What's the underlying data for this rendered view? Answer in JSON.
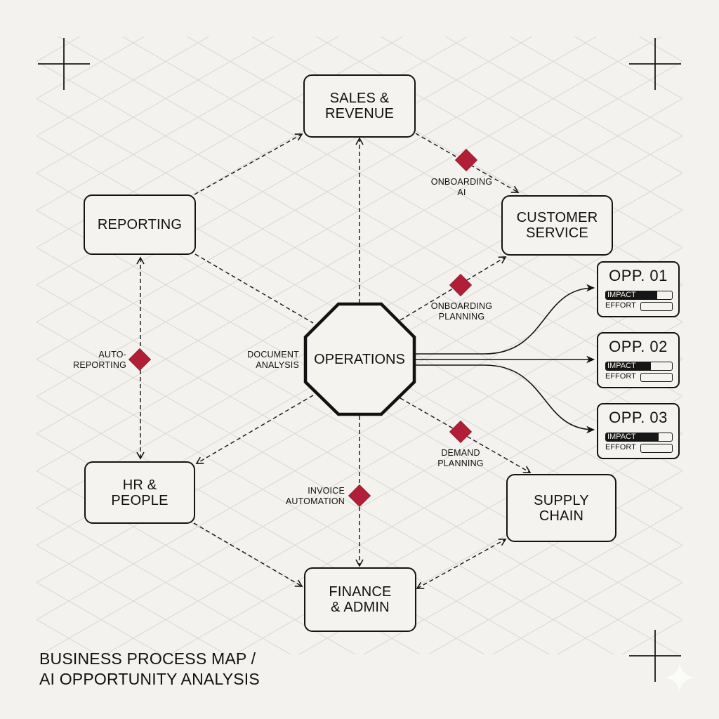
{
  "diagram": {
    "title_line1": "BUSINESS PROCESS MAP /",
    "title_line2": "AI OPPORTUNITY ANALYSIS",
    "colors": {
      "background": "#f3f2ee",
      "grid": "#d9d8d3",
      "stroke": "#141414",
      "accent": "#b01f35"
    },
    "hub": {
      "id": "operations",
      "label": "OPERATIONS",
      "shape": "octagon"
    },
    "nodes": [
      {
        "id": "sales",
        "label": "SALES &\nREVENUE"
      },
      {
        "id": "reporting",
        "label": "REPORTING"
      },
      {
        "id": "customer",
        "label": "CUSTOMER\nSERVICE"
      },
      {
        "id": "hr",
        "label": "HR &\nPEOPLE"
      },
      {
        "id": "supply",
        "label": "SUPPLY\nCHAIN"
      },
      {
        "id": "finance",
        "label": "FINANCE\n& ADMIN"
      }
    ],
    "ai_opportunities": [
      {
        "label": "ONBOARDING\nAI",
        "between": [
          "sales",
          "customer"
        ]
      },
      {
        "label": "ONBOARDING\nPLANNING",
        "between": [
          "operations",
          "customer"
        ]
      },
      {
        "label": "AUTO-\nREPORTING",
        "between": [
          "reporting",
          "hr"
        ]
      },
      {
        "label": "DOCUMENT\nANALYSIS",
        "between": [
          "reporting",
          "operations"
        ]
      },
      {
        "label": "INVOICE\nAUTOMATION",
        "between": [
          "operations",
          "finance"
        ]
      },
      {
        "label": "DEMAND\nPLANNING",
        "between": [
          "operations",
          "supply"
        ]
      }
    ],
    "opportunity_cards": [
      {
        "title": "OPP. 01",
        "impact_label": "IMPACT",
        "impact_pct": 78,
        "effort_label": "EFFORT",
        "effort_pct": 0
      },
      {
        "title": "OPP. 02",
        "impact_label": "IMPACT",
        "impact_pct": 68,
        "effort_label": "EFFORT",
        "effort_pct": 0
      },
      {
        "title": "OPP. 03",
        "impact_label": "IMPACT",
        "impact_pct": 80,
        "effort_label": "EFFORT",
        "effort_pct": 0
      }
    ]
  }
}
